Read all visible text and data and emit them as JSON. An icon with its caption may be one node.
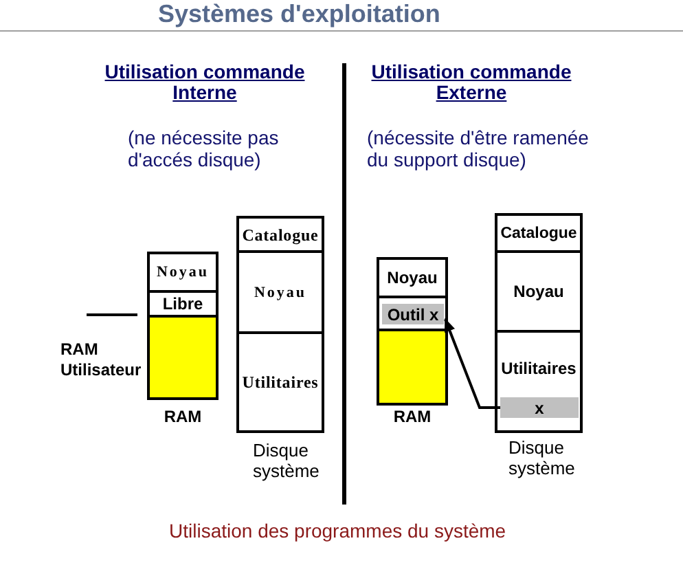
{
  "diagram": {
    "title": "Systèmes d'exploitation",
    "caption": "Utilisation des programmes du système",
    "nodes": [
      {
        "text": [
          "RAM"
        ]
      },
      {
        "text": [
          "Noyau"
        ],
        "in": 0
      },
      {
        "text": [
          "Libre"
        ],
        "in": 0
      },
      {
        "text": [],
        "shape": "box",
        "in": 0
      },
      {
        "text": [
          "Disque système"
        ]
      },
      {
        "text": [
          "Catalogue"
        ],
        "in": 4
      },
      {
        "text": [
          "Noyau"
        ],
        "in": 4
      },
      {
        "text": [
          "Utilitaires"
        ],
        "in": 4
      },
      {
        "text": [
          "RAM"
        ]
      },
      {
        "text": [
          "Noyau"
        ],
        "in": 8
      },
      {
        "text": [],
        "shape": "box",
        "in": 8
      },
      {
        "text": [
          "Outil x"
        ],
        "in": 10
      },
      {
        "text": [],
        "shape": "box",
        "in": 8
      },
      {
        "text": [
          "Disque système"
        ]
      },
      {
        "text": [
          "Catalogue"
        ],
        "in": 13
      },
      {
        "text": [
          "Noyau"
        ],
        "in": 13
      },
      {
        "text": [
          "Utilitaires"
        ],
        "in": 13
      },
      {
        "text": [
          "x"
        ],
        "in": 16
      }
    ],
    "edges": [
      {
        "from": 17,
        "to": 11,
        "arrow": "to"
      }
    ],
    "labels": [
      "Utilisation commande Interne",
      "Utilisation commande Externe",
      "(ne nécessite pas d'accés disque)",
      "(nécessite d'être ramenée du support disque)",
      "RAM Utilisateur"
    ]
  }
}
